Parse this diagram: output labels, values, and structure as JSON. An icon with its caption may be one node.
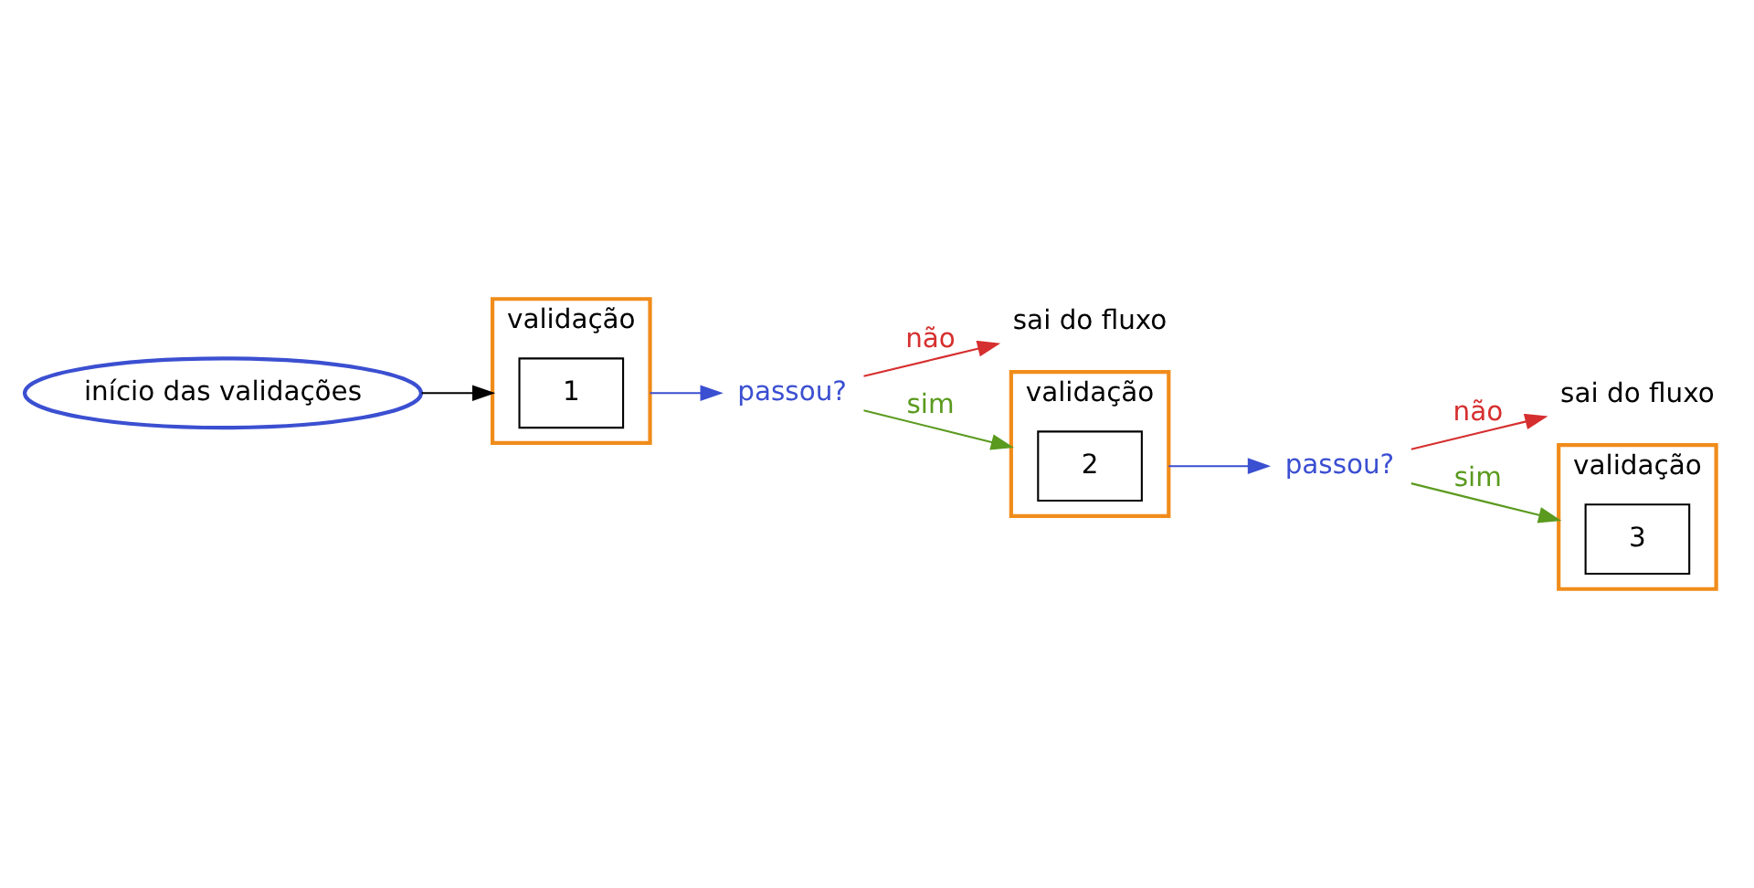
{
  "diagram": {
    "nodes": [
      {
        "text": [
          "início das validações"
        ]
      },
      {
        "text": [
          "validação"
        ]
      },
      {
        "text": [
          "1"
        ],
        "in": 1
      },
      {
        "text": [
          "passou?"
        ]
      },
      {
        "text": [
          "sai do fluxo"
        ]
      },
      {
        "text": [
          "validação"
        ]
      },
      {
        "text": [
          "2"
        ],
        "in": 5
      },
      {
        "text": [
          "passou?"
        ]
      },
      {
        "text": [
          "sai do fluxo"
        ]
      },
      {
        "text": [
          "validação"
        ]
      },
      {
        "text": [
          "3"
        ],
        "in": 9
      }
    ],
    "edges": [
      {
        "from": 0,
        "to": 1,
        "arrow": "to",
        "color": "#000000"
      },
      {
        "from": 1,
        "to": 3,
        "arrow": "to",
        "color": "#3b4fd1"
      },
      {
        "from": 3,
        "to": 5,
        "arrow": "to",
        "label": "sim",
        "color": "#5a9a1e"
      },
      {
        "from": 3,
        "to": 4,
        "arrow": "to",
        "label": "não",
        "color": "#d62f2f"
      },
      {
        "from": 5,
        "to": 7,
        "arrow": "to",
        "color": "#3b4fd1"
      },
      {
        "from": 7,
        "to": 9,
        "arrow": "to",
        "label": "sim",
        "color": "#5a9a1e"
      },
      {
        "from": 7,
        "to": 8,
        "arrow": "to",
        "label": "não",
        "color": "#d62f2f"
      }
    ]
  }
}
